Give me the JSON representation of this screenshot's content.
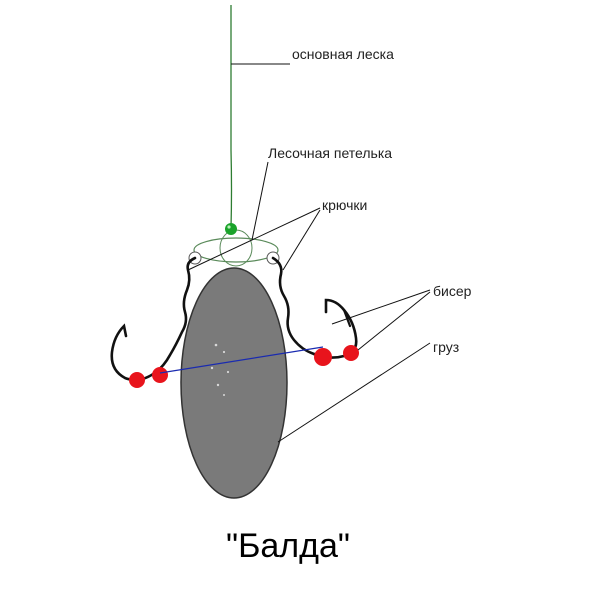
{
  "labels": {
    "main_line": "основная леска",
    "line_loop": "Лесочная петелька",
    "hooks": "крючки",
    "beads": "бисер",
    "sinker": "груз"
  },
  "caption": "\"Балда\"",
  "colors": {
    "sinker_fill": "#7a7a7a",
    "bead_red": "#e8141c",
    "bead_green": "#1aa32a",
    "main_line": "#2e7d32",
    "pointer_line": "#111111",
    "blue_line": "#1a2bb0",
    "hook": "#111111",
    "loop_outline": "#5a8a5a"
  }
}
